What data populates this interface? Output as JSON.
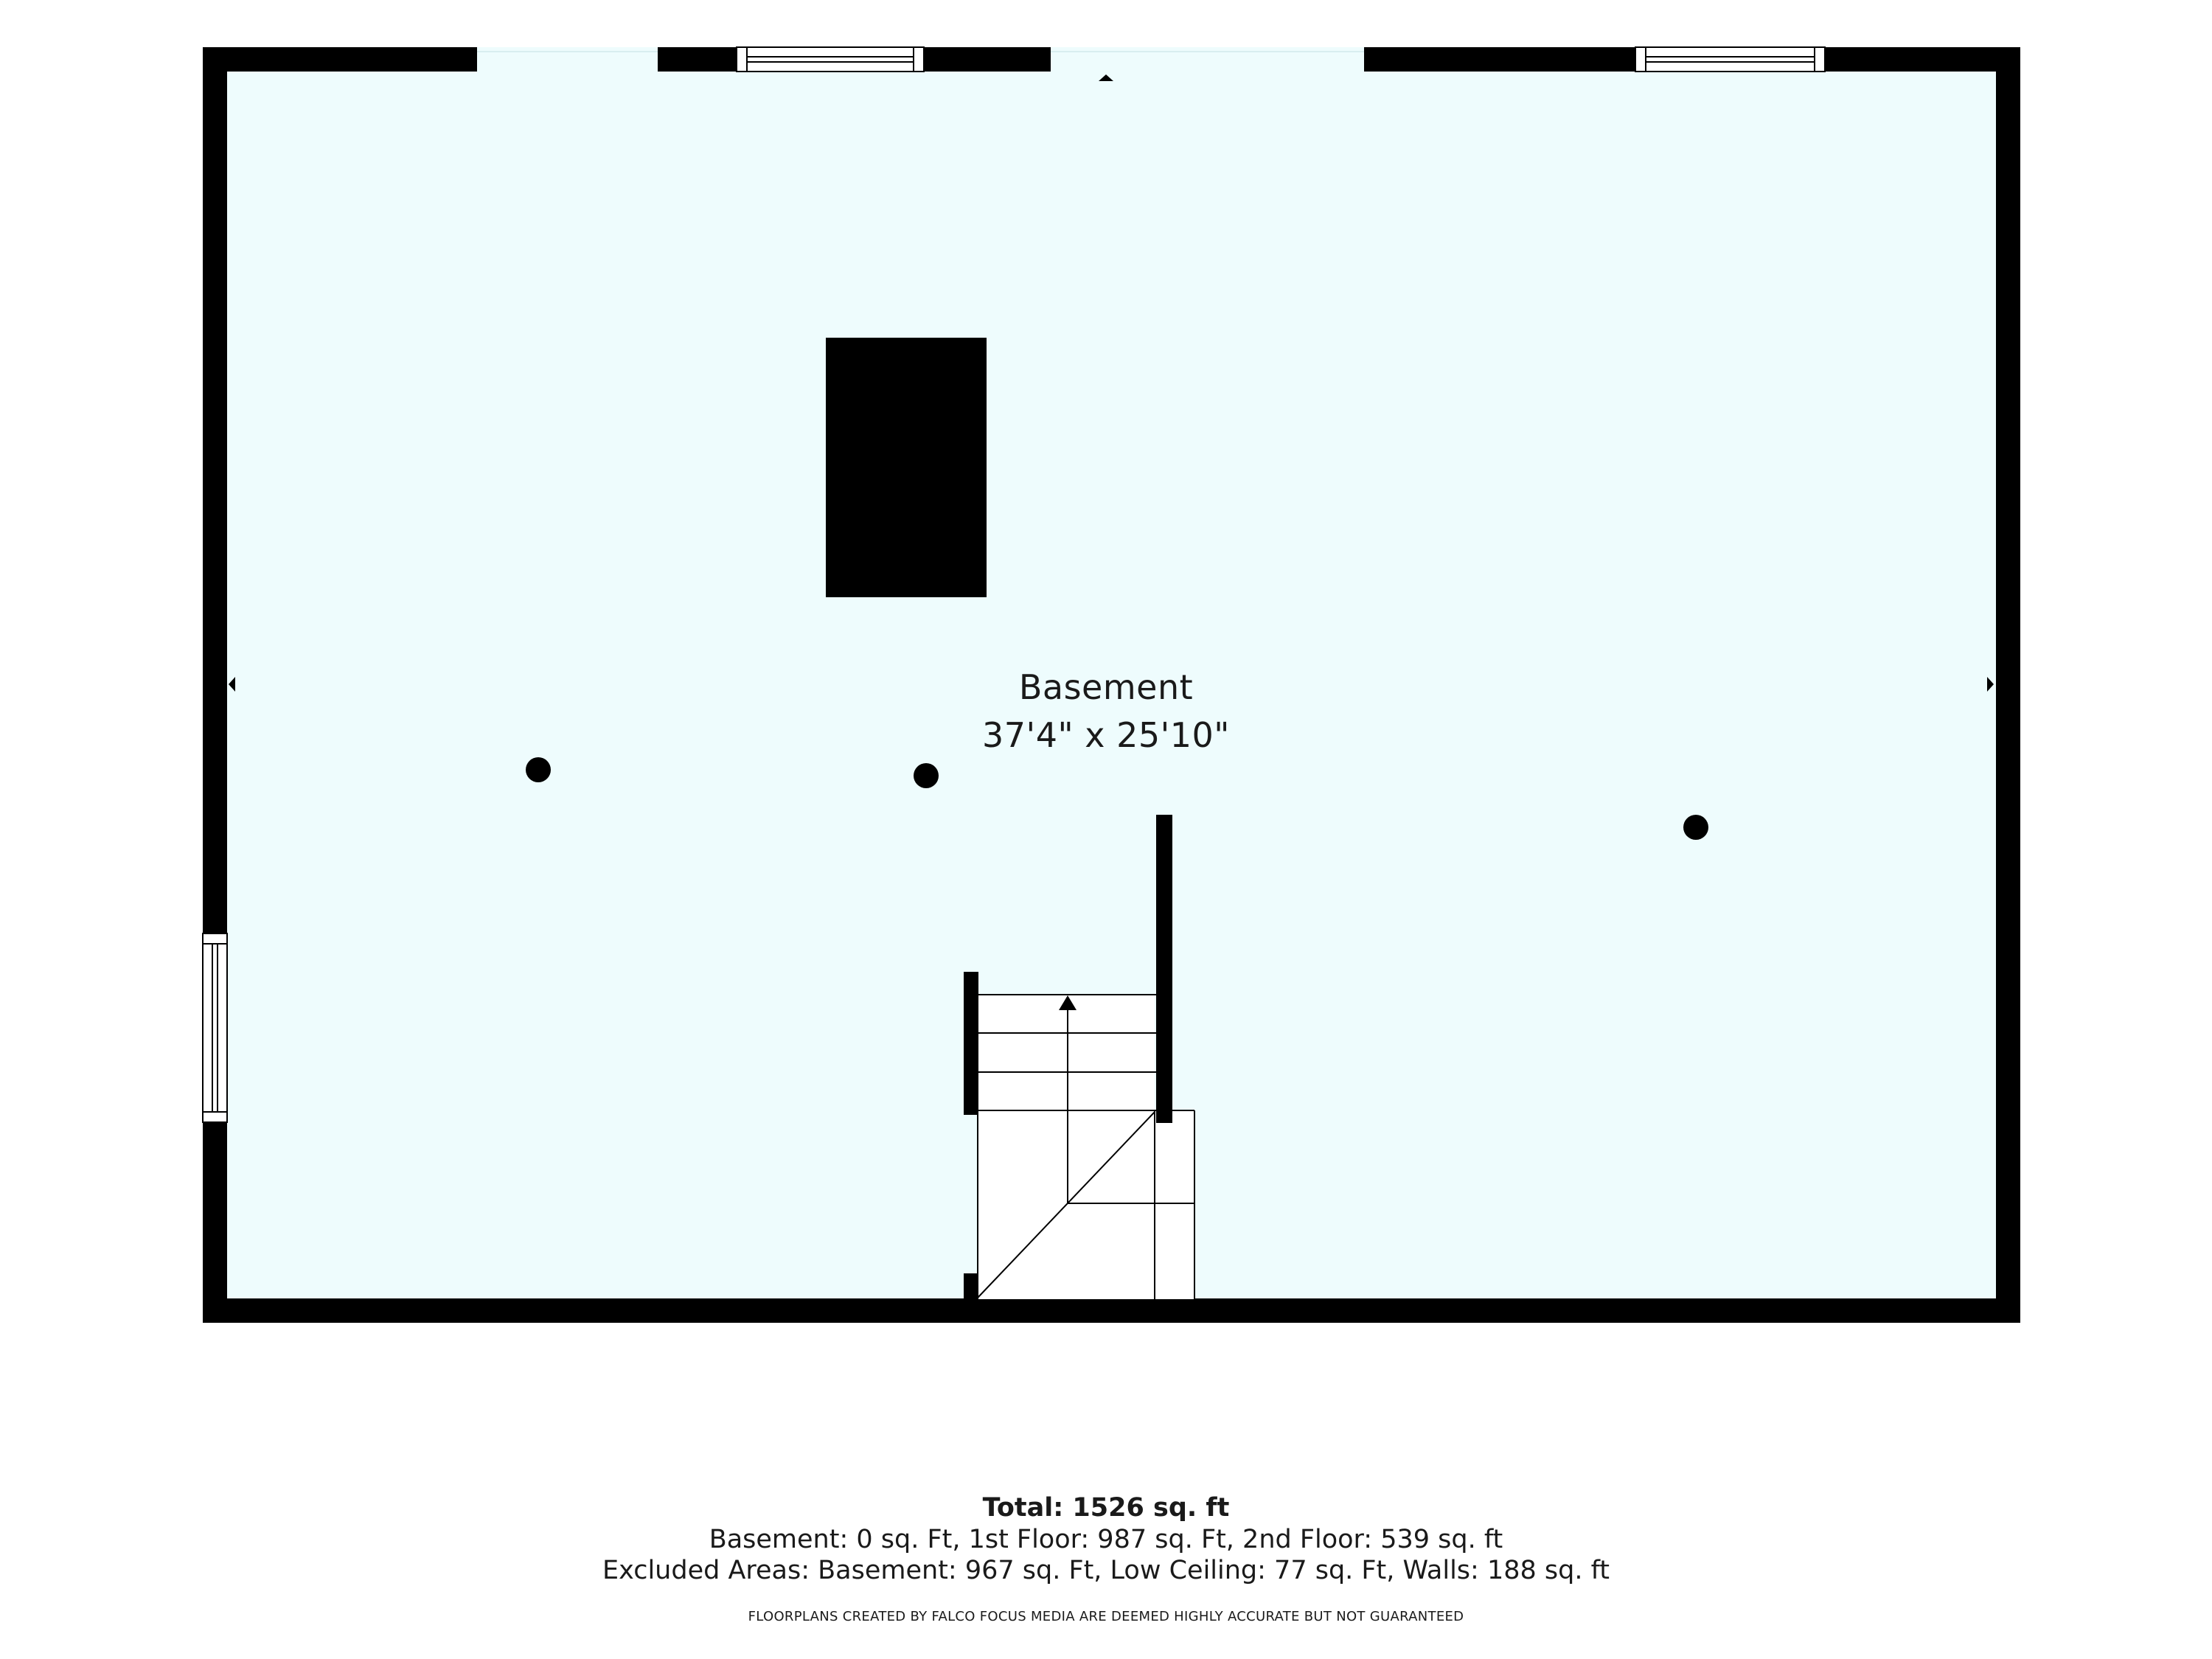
{
  "colors": {
    "floor": "#eefcfd",
    "wall": "#000000",
    "line": "#000000",
    "text": "#1a1a1a"
  },
  "room": {
    "name": "Basement",
    "dimensions": "37'4\" x 25'10\""
  },
  "summary": {
    "total": "Total: 1526 sq. ft",
    "line1": "Basement: 0 sq. Ft, 1st Floor: 987 sq. Ft, 2nd Floor: 539 sq. ft",
    "line2": "Excluded Areas: Basement: 967 sq. Ft, Low Ceiling: 77 sq. Ft, Walls: 188 sq. ft",
    "disclaimer": "FLOORPLANS CREATED BY FALCO FOCUS MEDIA ARE DEEMED HIGHLY ACCURATE BUT NOT GUARANTEED"
  }
}
